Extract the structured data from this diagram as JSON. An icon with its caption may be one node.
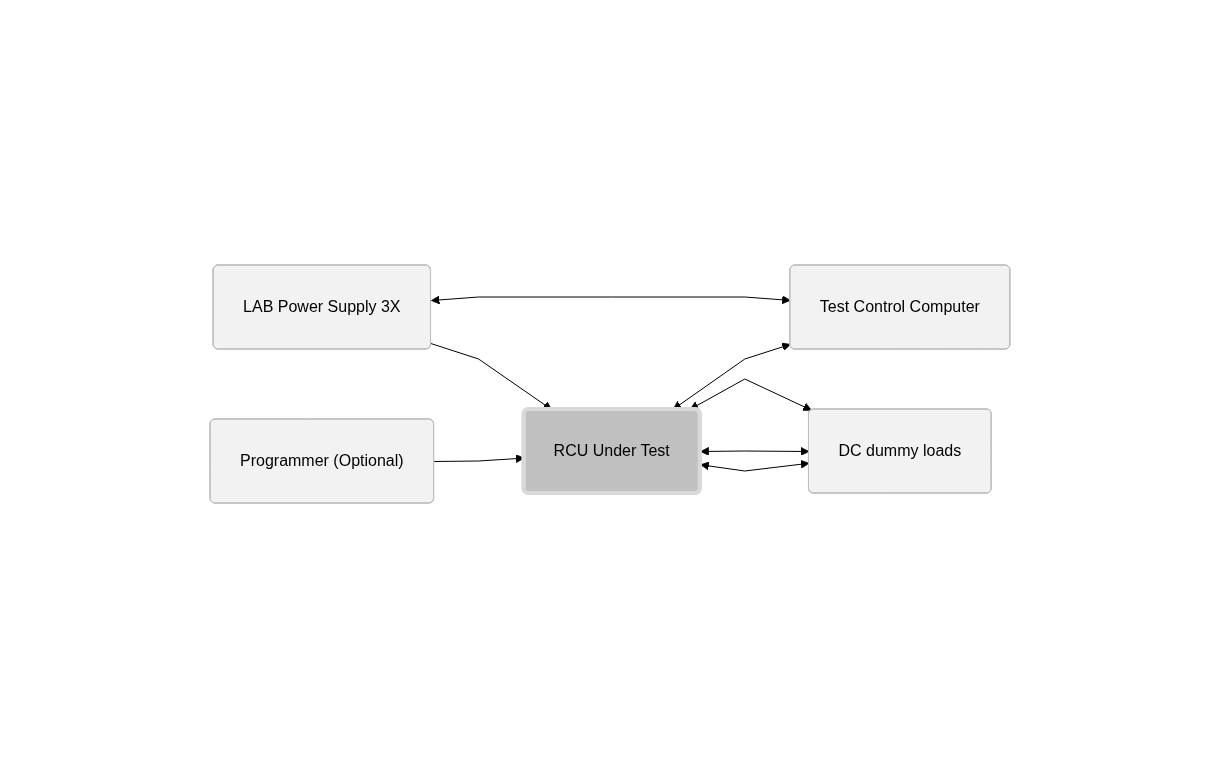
{
  "diagram": {
    "nodes": [
      {
        "text": [
          "LAB Power Supply 3X"
        ]
      },
      {
        "text": [
          "Programmer (Optional)"
        ]
      },
      {
        "text": [
          "RCU Under Test"
        ]
      },
      {
        "text": [
          "Test Control Computer"
        ]
      },
      {
        "text": [
          "DC dummy loads"
        ]
      }
    ],
    "edges": [
      {
        "from": 0,
        "to": 2,
        "arrow": "to"
      },
      {
        "from": 0,
        "to": 3,
        "arrow": "both"
      },
      {
        "from": 1,
        "to": 2,
        "arrow": "to"
      },
      {
        "from": 2,
        "to": 3,
        "arrow": "both"
      },
      {
        "from": 2,
        "to": 4,
        "arrow": "both"
      },
      {
        "from": 2,
        "to": 4,
        "arrow": "both"
      },
      {
        "from": 2,
        "to": 4,
        "arrow": "both"
      }
    ]
  }
}
